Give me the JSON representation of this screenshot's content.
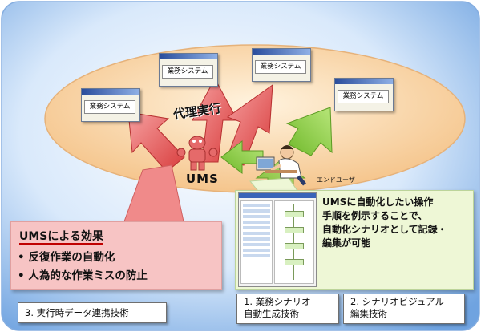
{
  "systems": [
    "業務システム",
    "業務システム",
    "業務システム",
    "業務システム"
  ],
  "center": {
    "proxy": "代理実行",
    "ums": "UMS",
    "end_user": "エンドユーザ"
  },
  "effects": {
    "title": "UMSによる効果",
    "items": [
      "• 反復作業の自動化",
      "• 人為的な作業ミスの防止"
    ]
  },
  "callout": {
    "lines": [
      "UMSに自動化したい操作",
      "手順を例示することで、",
      "自動化シナリオとして記録・",
      "編集が可能"
    ]
  },
  "labels": {
    "l3": "3. 実行時データ連携技術",
    "l1": [
      "1. 業務シナリオ",
      "自動生成技術"
    ],
    "l2": [
      "2. シナリオビジュアル",
      "編集技術"
    ]
  },
  "colors": {
    "background_blue": "#7fb0e6",
    "ellipse": "#f5cc9a",
    "red_arrow": "#e05a5a",
    "green_arrow": "#88cc3a",
    "effects_box": "#f7c4c4",
    "callout_box": "#eef7d6"
  }
}
